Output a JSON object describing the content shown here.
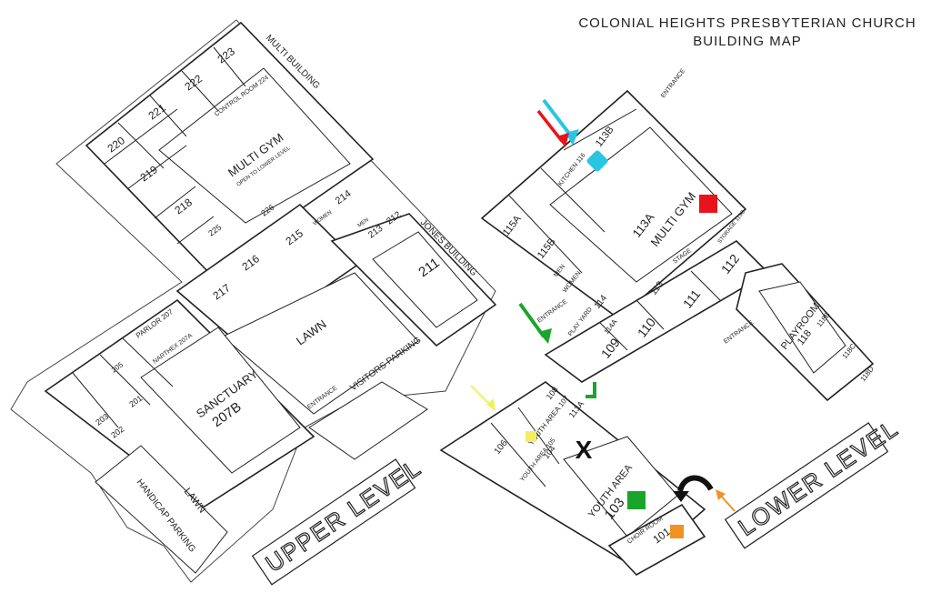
{
  "title": {
    "line1": "COLONIAL HEIGHTS PRESBYTERIAN CHURCH",
    "line2": "BUILDING MAP"
  },
  "levels": {
    "upper": "UPPER LEVEL",
    "lower": "LOWER LEVEL"
  },
  "buildings": {
    "multi": "MULTI BUILDING",
    "jones": "JONES BUILDING"
  },
  "upper_rooms": {
    "r223": "223",
    "r222": "222",
    "r221": "221",
    "r220": "220",
    "r219": "219",
    "r218": "218",
    "r225": "225",
    "r226": "226",
    "r215": "215",
    "r214": "214",
    "r213": "213",
    "r212": "212",
    "r211": "211",
    "r216": "216",
    "r217": "217",
    "multi_gym_name": "MULTI GYM",
    "multi_gym_note": "OPEN TO LOWER LEVEL",
    "control_room": "CONTROL ROOM 224",
    "sanctuary_name": "SANCTUARY",
    "sanctuary_num": "207B",
    "parlor": "PARLOR 207",
    "narthex": "NARTHEX 207A",
    "r201": "201",
    "r202": "202",
    "r203": "203",
    "r205": "205",
    "lawn_top": "LAWN",
    "lawn_bottom": "LAWN",
    "visitors_parking": "VISITORS PARKING",
    "handicap_parking": "HANDICAP PARKING",
    "entrance": "ENTRANCE",
    "women": "WOMEN",
    "men": "MEN"
  },
  "lower_rooms": {
    "r113b": "113B",
    "kitchen": "KITCHEN 116",
    "gym_num": "113A",
    "gym_name": "MULTI GYM",
    "r115a": "115A",
    "r115b": "115B",
    "men": "MEN",
    "women": "WOMEN",
    "stage": "STAGE",
    "storage": "STORAGE 113C",
    "r112": "112",
    "r111": "111",
    "r110": "110",
    "r109": "109",
    "r114": "114",
    "r114a": "114A",
    "r113": "113",
    "play_yard": "PLAY YARD",
    "playroom_name": "PLAYROOM",
    "playroom_num": "118",
    "r118b": "118B",
    "r118c": "118C",
    "r118d": "118D",
    "youth_107": "YOUTH AREA 107",
    "r108": "108",
    "r113a_small": "113A",
    "r106": "106",
    "r104": "104",
    "youth_105": "YOUTH AREA 105",
    "youth_103_name": "YOUTH AREA",
    "youth_103_num": "103",
    "choir_room": "CHOIR ROOM",
    "r101": "101",
    "entrance": "ENTRANCE"
  },
  "markers": {
    "cyan": "#29c6e3",
    "red": "#e8141b",
    "green": "#1aa52a",
    "yellow": "#f3ef60",
    "orange": "#f39123",
    "black": "#111111",
    "x_mark": "X"
  }
}
